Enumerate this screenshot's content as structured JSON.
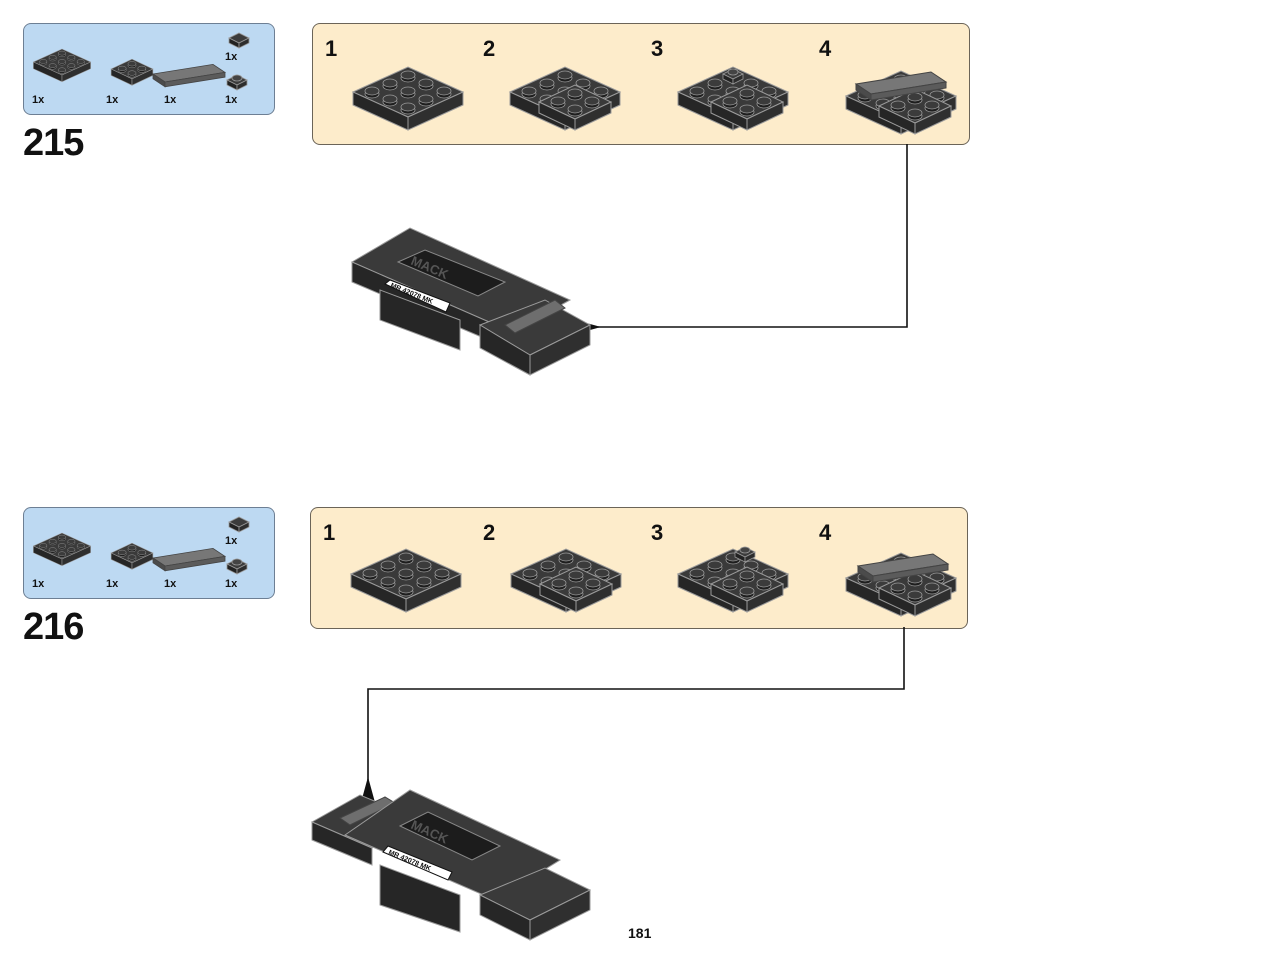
{
  "steps": [
    {
      "number": "215",
      "parts": [
        {
          "icon": "plate-3x3-icon",
          "qty": "1x"
        },
        {
          "icon": "plate-2x2-icon",
          "qty": "1x"
        },
        {
          "icon": "tile-1x4-icon",
          "qty": "1x"
        },
        {
          "icon": "tile-1x1-icon",
          "qty": "1x"
        },
        {
          "icon": "plate-1x1-round-icon",
          "qty": "1x"
        }
      ],
      "substeps": [
        "1",
        "2",
        "3",
        "4"
      ],
      "model_labels": {
        "logo": "MACK",
        "plate": "MR 42078 MK"
      }
    },
    {
      "number": "216",
      "parts": [
        {
          "icon": "plate-3x3-icon",
          "qty": "1x"
        },
        {
          "icon": "plate-2x2-icon",
          "qty": "1x"
        },
        {
          "icon": "tile-1x4-icon",
          "qty": "1x"
        },
        {
          "icon": "tile-1x1-icon",
          "qty": "1x"
        },
        {
          "icon": "plate-1x1-round-icon",
          "qty": "1x"
        }
      ],
      "substeps": [
        "1",
        "2",
        "3",
        "4"
      ],
      "model_labels": {
        "logo": "MACK",
        "plate": "MR 42078 MK"
      }
    }
  ],
  "page_number": "181",
  "colors": {
    "parts_box": "#bdd9f2",
    "substep_box": "#fdeccb",
    "brick": "#3a3a3a",
    "tile": "#6e6e6e"
  }
}
